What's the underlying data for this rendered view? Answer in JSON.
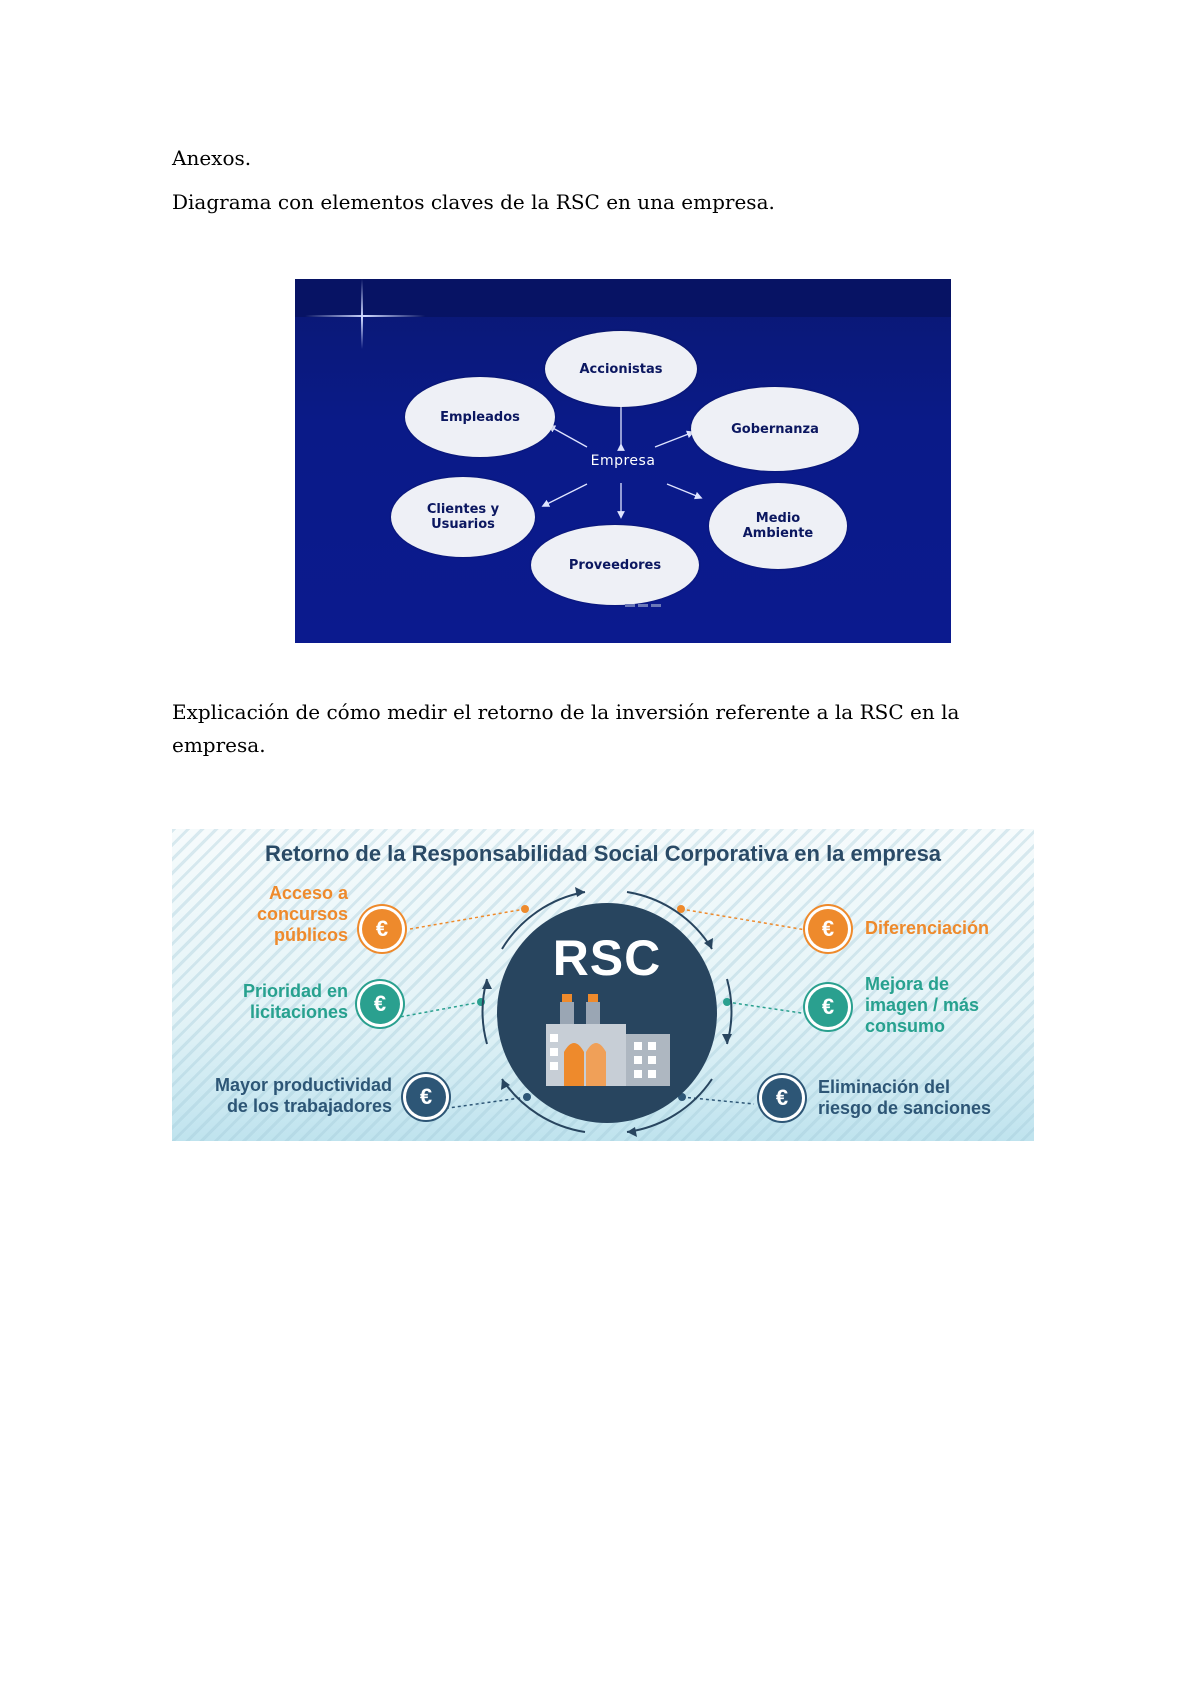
{
  "document": {
    "heading": "Anexos.",
    "caption1": "Diagrama con elementos claves de la RSC en una empresa.",
    "caption2": "Explicación de cómo medir el retorno de la inversión referente a la RSC en la empresa."
  },
  "figure1": {
    "center": "Empresa",
    "nodes": {
      "accionistas": "Accionistas",
      "empleados": "Empleados",
      "gobernanza": "Gobernanza",
      "clientes": "Clientes y\nUsuarios",
      "medio_ambiente": "Medio\nAmbiente",
      "proveedores": "Proveedores"
    },
    "colors": {
      "background": "#0b1a8e",
      "ellipse": "#eef0f6",
      "ellipse_text": "#0b1760"
    }
  },
  "figure2": {
    "title": "Retorno de la Responsabilidad Social Corporativa en la empresa",
    "center_label": "RSC",
    "coin_symbol": "€",
    "items_left": [
      {
        "text": "Acceso a\nconcursos\npúblicos",
        "color": "#ee8a2c"
      },
      {
        "text": "Prioridad en\nlicitaciones",
        "color": "#27a18f"
      },
      {
        "text": "Mayor productividad\nde los trabajadores",
        "color": "#2d5676"
      }
    ],
    "items_right": [
      {
        "text": "Diferenciación",
        "color": "#ee8a2c"
      },
      {
        "text": "Mejora de\nimagen / más\nconsumo",
        "color": "#27a18f"
      },
      {
        "text": "Eliminación del\nriesgo de sanciones",
        "color": "#2d5676"
      }
    ],
    "icons": [
      "euro-coin-icon",
      "factory-icon"
    ],
    "colors": {
      "center_circle": "#28455f",
      "title": "#2a4a66"
    }
  }
}
